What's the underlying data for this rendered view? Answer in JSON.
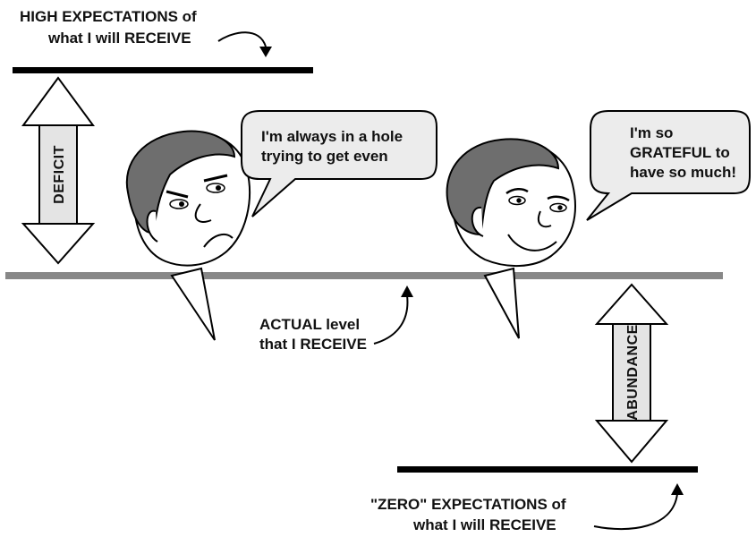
{
  "labels": {
    "high_expectations_line1": "HIGH EXPECTATIONS of",
    "high_expectations_line2": "what I will RECEIVE",
    "actual_level_line1": "ACTUAL level",
    "actual_level_line2": "that I RECEIVE",
    "zero_expectations_line1": "\"ZERO\" EXPECTATIONS  of",
    "zero_expectations_line2": "what I will RECEIVE"
  },
  "arrows": {
    "deficit": "DEFICIT",
    "abundance": "ABUNDANCE"
  },
  "bubbles": {
    "left_line1": "I'm always in a hole",
    "left_line2": "trying to get even",
    "right_line1": "I'm so",
    "right_line2": "GRATEFUL to",
    "right_line3": "have so much!"
  },
  "colors": {
    "expectation_bar": "#000000",
    "actual_bar": "#888888",
    "hair": "#6e6e6e",
    "bubble_fill": "#ececec",
    "arrow_fill": "#ffffff",
    "label_box_fill": "#e4e4e4"
  },
  "icons": {
    "left_face": "frowning-man-icon",
    "right_face": "smiling-man-icon"
  }
}
